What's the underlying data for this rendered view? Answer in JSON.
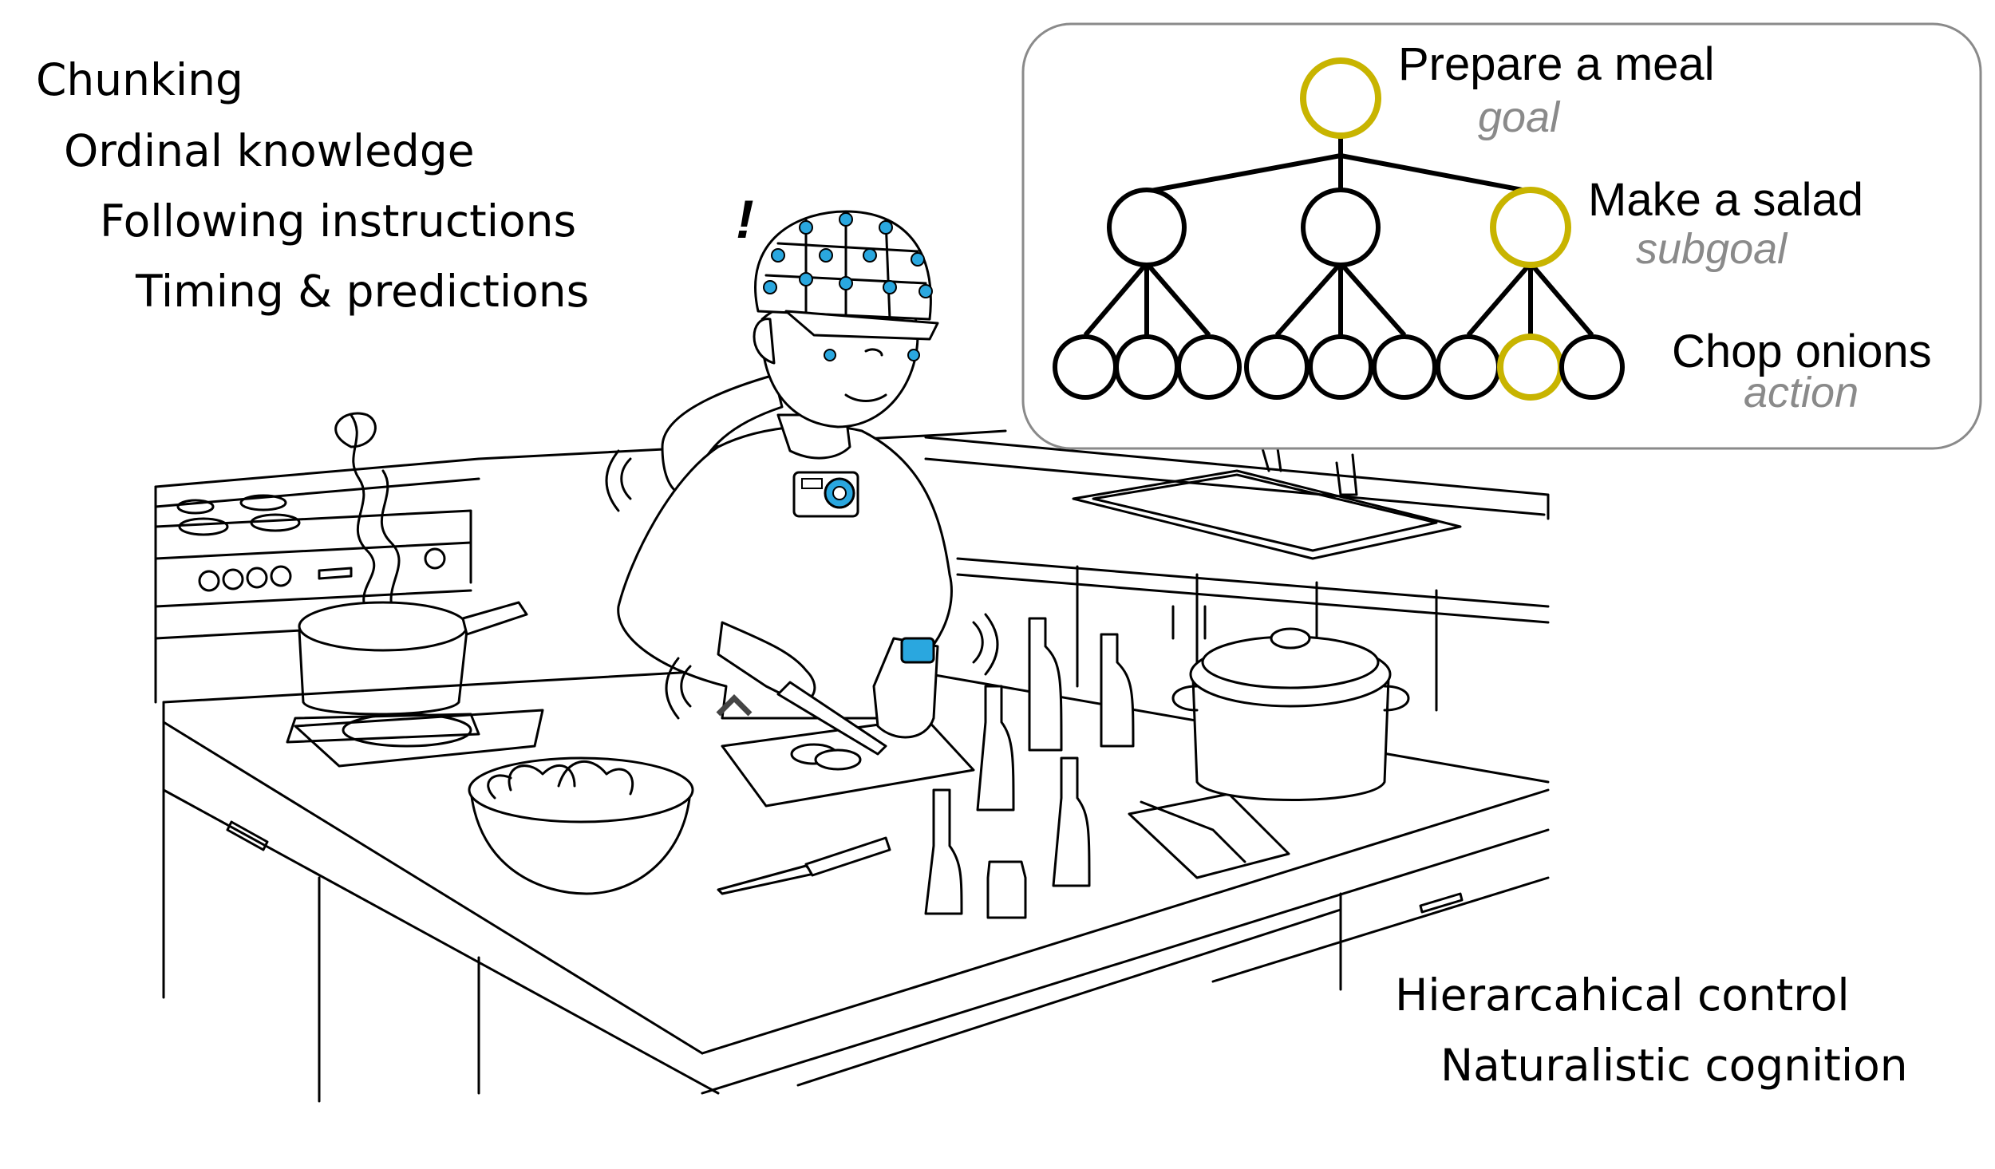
{
  "concepts_top_left": [
    "Chunking",
    "Ordinal knowledge",
    "Following instructions",
    "Timing & predictions"
  ],
  "concepts_bottom_right": [
    "Hierarcahical control",
    "Naturalistic cognition"
  ],
  "exclamation": "!",
  "hierarchy": {
    "goal": {
      "label": "Prepare a meal",
      "level": "goal"
    },
    "subgoal": {
      "label": "Make a salad",
      "level": "subgoal"
    },
    "action": {
      "label": "Chop onions",
      "level": "action"
    },
    "highlight_color": "#c8b400",
    "node_color": "#000000"
  },
  "colors": {
    "sensor": "#2aa7df",
    "panel_border": "#8a8a8a",
    "level_text": "#8a8a8a"
  }
}
